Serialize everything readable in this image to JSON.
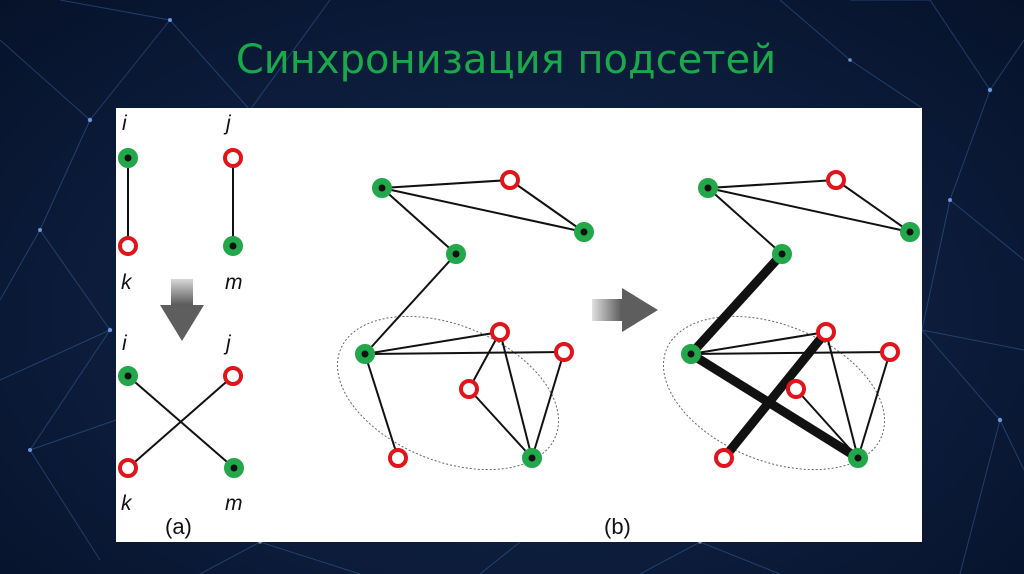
{
  "slide": {
    "title": "Синхронизация подсетей"
  },
  "diagram": {
    "panel_a": {
      "caption": "(a)",
      "top": {
        "labels": {
          "i": "i",
          "j": "j",
          "k": "k",
          "m": "m"
        }
      },
      "bottom": {
        "labels": {
          "i": "i",
          "j": "j",
          "k": "k",
          "m": "m"
        }
      }
    },
    "panel_b": {
      "caption": "(b)"
    },
    "colors": {
      "green_node": "#22a84a",
      "red_node": "#e0141b",
      "edge": "#111111",
      "arrow": "#6e6e6e"
    }
  }
}
